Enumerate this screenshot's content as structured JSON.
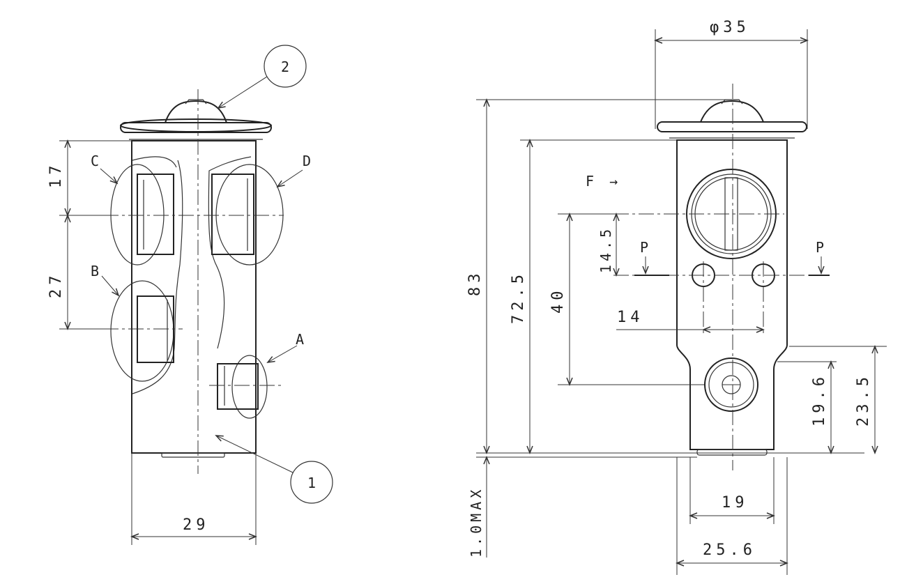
{
  "left_view": {
    "callouts": {
      "body": "1",
      "cap": "2"
    },
    "ports": {
      "a": "A",
      "b": "B",
      "c": "C",
      "d": "D"
    },
    "dims": {
      "top_to_c": "17",
      "c_to_b": "27",
      "width": "29"
    }
  },
  "right_view": {
    "dims": {
      "cap_diameter": "φ35",
      "overall_height": "83",
      "body_height": "72.5",
      "upper_to_lower": "40",
      "upper_to_p": "14.5",
      "p_spacing": "14",
      "lower_port_height": "19.6",
      "neck_height": "23.5",
      "bottom_width": "19",
      "body_width": "25.6",
      "max_offset": "1.0MAX"
    },
    "labels": {
      "flow": "F →",
      "section_p_left": "P",
      "section_p_right": "P"
    }
  }
}
